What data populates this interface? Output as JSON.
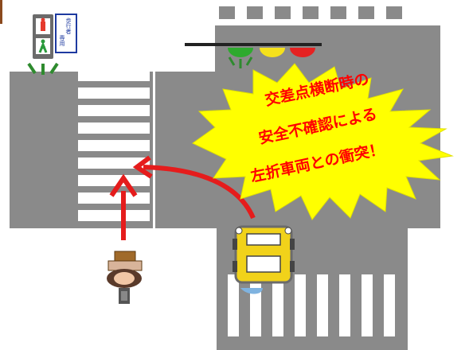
{
  "warning": {
    "line1": "交差点横断時の",
    "line2": "安全不確認による",
    "line3": "左折車両との衝突！"
  },
  "pedestrian_signal": {
    "plate_lines": [
      "歩行者",
      "専用"
    ]
  },
  "vehicle_signal": {
    "lights": [
      "green",
      "yellow",
      "red"
    ]
  },
  "colors": {
    "road": "#8a8a8a",
    "crosswalk": "#ffffff",
    "arrow": "#e51c1c",
    "burst": "#ffff00",
    "burst_text": "#ff0000",
    "car_body": "#f1d21a"
  },
  "icons": {
    "pedestrian": "pedestrian-icon",
    "car": "car-icon",
    "ped_signal": "pedestrian-signal-icon",
    "traffic_light": "traffic-light-icon"
  }
}
